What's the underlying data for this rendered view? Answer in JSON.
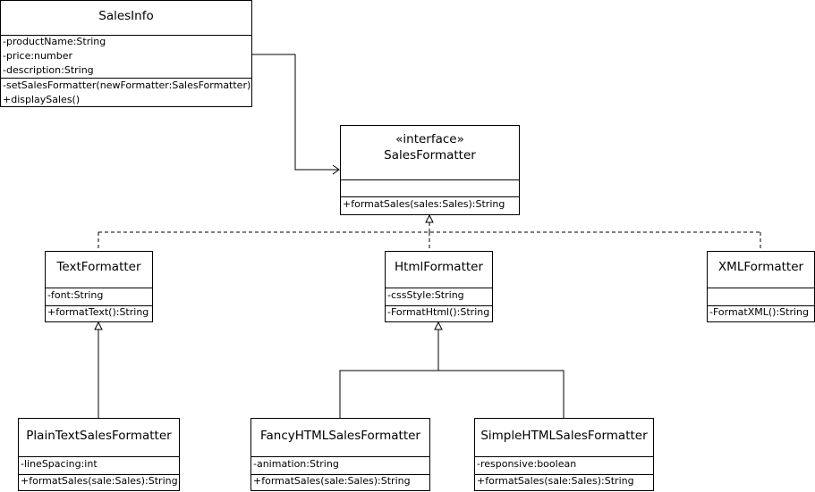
{
  "classes": {
    "sales_info": {
      "name": "SalesInfo",
      "attributes": [
        "-productName:String",
        "-price:number",
        "-description:String"
      ],
      "operations": [
        "-setSalesFormatter(newFormatter:SalesFormatter)",
        "+displaySales()"
      ]
    },
    "sales_formatter": {
      "stereotype": "«interface»",
      "name": "SalesFormatter",
      "operations": [
        "+formatSales(sales:Sales):String"
      ]
    },
    "text_formatter": {
      "name": "TextFormatter",
      "attributes": [
        "-font:String"
      ],
      "operations": [
        "+formatText():String"
      ]
    },
    "html_formatter": {
      "name": "HtmlFormatter",
      "attributes": [
        "-cssStyle:String"
      ],
      "operations": [
        "-FormatHtml():String"
      ]
    },
    "xml_formatter": {
      "name": "XMLFormatter",
      "operations": [
        "-FormatXML():String"
      ]
    },
    "plain_text_sales_formatter": {
      "name": "PlainTextSalesFormatter",
      "attributes": [
        "-lineSpacing:int"
      ],
      "operations": [
        "+formatSales(sale:Sales):String"
      ]
    },
    "fancy_html_sales_formatter": {
      "name": "FancyHTMLSalesFormatter",
      "attributes": [
        "-animation:String"
      ],
      "operations": [
        "+formatSales(sale:Sales):String"
      ]
    },
    "simple_html_sales_formatter": {
      "name": "SimpleHTMLSalesFormatter",
      "attributes": [
        "-responsive:boolean"
      ],
      "operations": [
        "+formatSales(sale:Sales):String"
      ]
    }
  }
}
